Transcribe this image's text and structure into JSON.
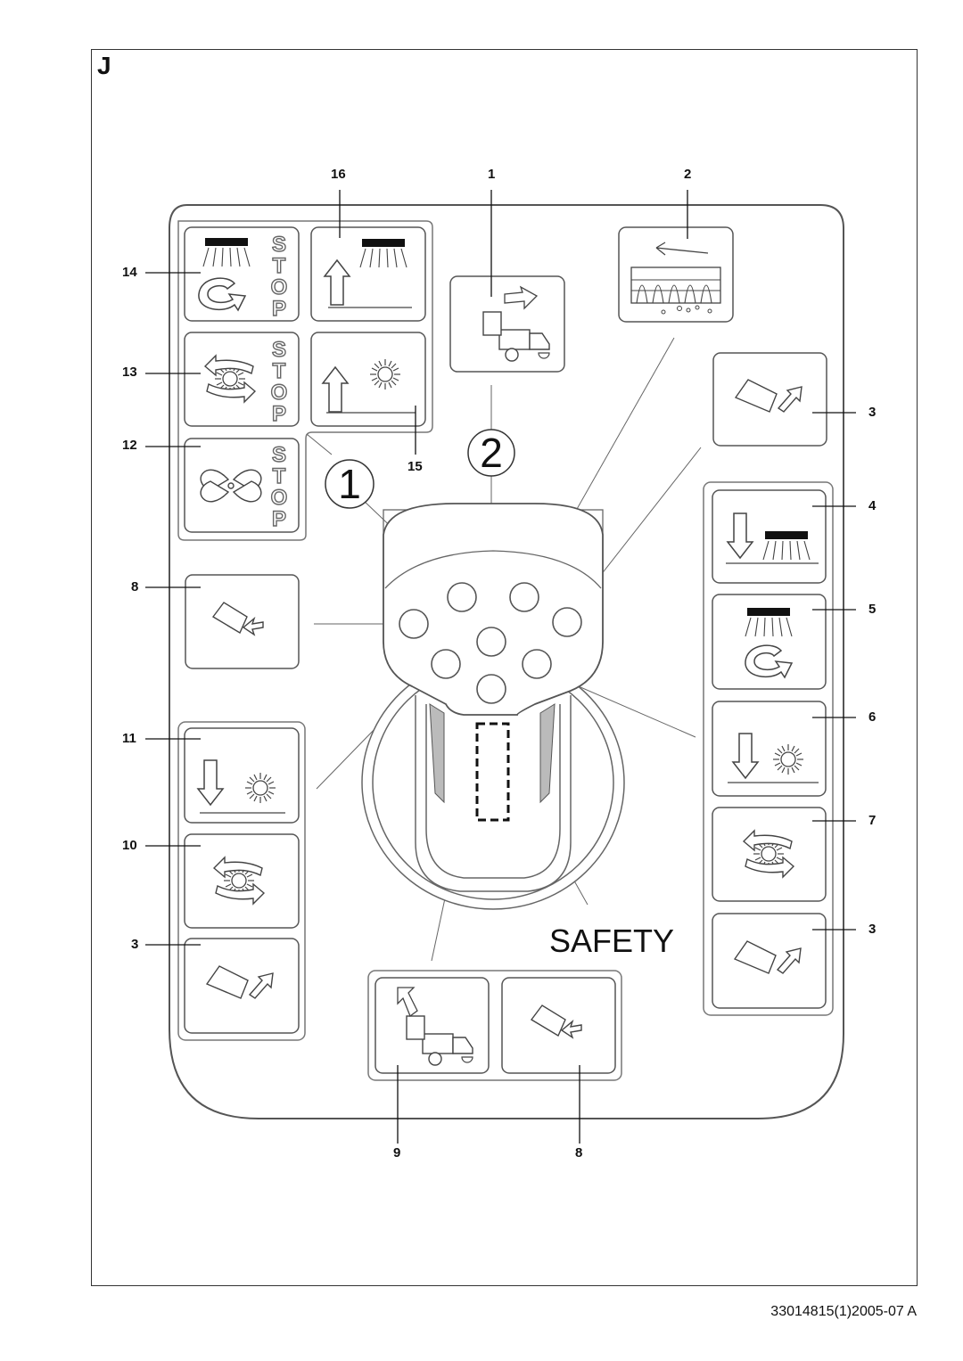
{
  "section_letter": "J",
  "document_code": "33014815(1)2005-07 A",
  "safety_label": "SAFETY",
  "indicator_1": "1",
  "indicator_2": "2",
  "stop_letters": [
    "S",
    "T",
    "O",
    "P"
  ],
  "callouts": {
    "c16": "16",
    "c1": "1",
    "c2": "2",
    "c14": "14",
    "c13": "13",
    "c12": "12",
    "c15": "15",
    "c3a": "3",
    "c4": "4",
    "c5": "5",
    "c8l": "8",
    "c6": "6",
    "c11": "11",
    "c7": "7",
    "c10": "10",
    "c3b": "3",
    "c3c": "3",
    "c9": "9",
    "c8b": "8"
  },
  "icons": [
    "brush-rotate-stop-icon",
    "brush-raise-icon",
    "dump-hopper-icon",
    "conveyor-reverse-icon",
    "hopper-tilt-up-icon",
    "light-rotate-stop-icon",
    "light-raise-icon",
    "fan-stop-icon",
    "brush-lower-icon",
    "brush-rotate-icon",
    "hopper-tilt-down-icon",
    "light-lower-icon",
    "light-rotate-icon",
    "dump-return-icon",
    "joystick-icon"
  ]
}
